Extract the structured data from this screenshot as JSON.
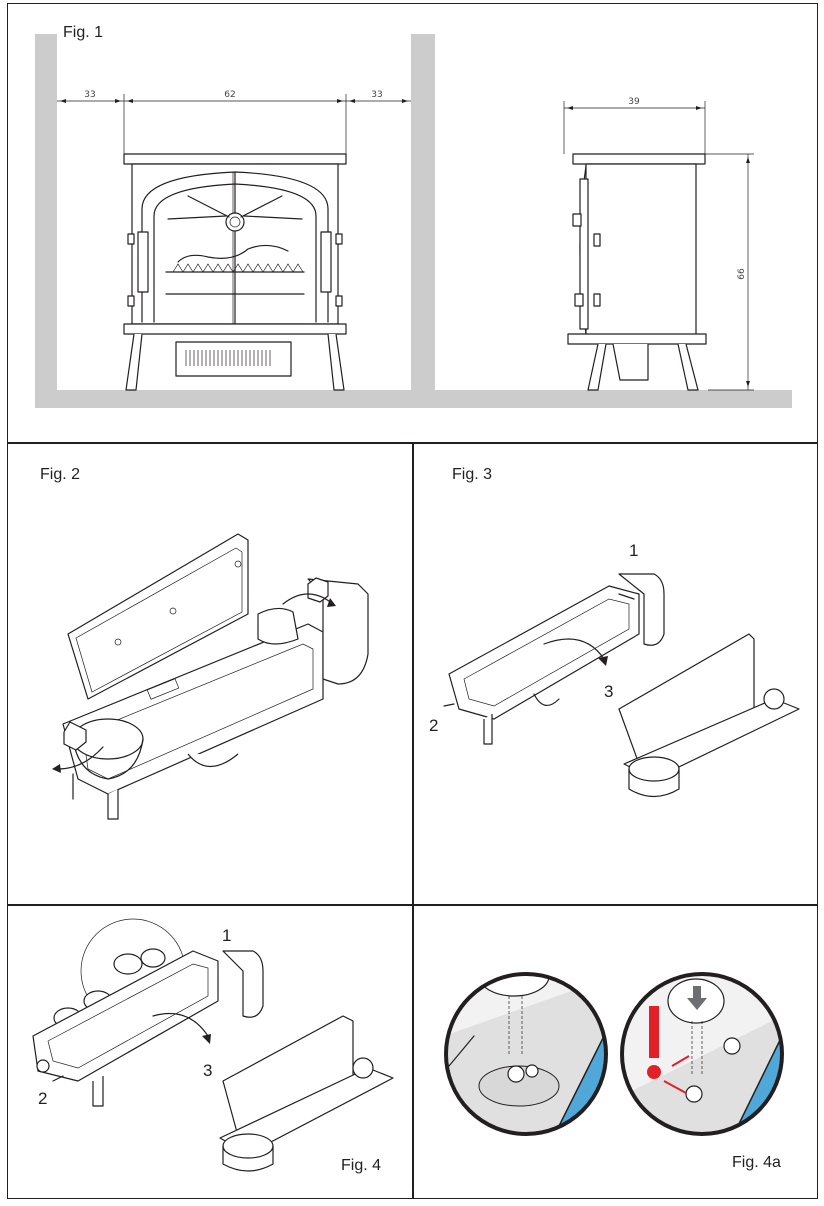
{
  "figures": {
    "fig1": {
      "label": "Fig. 1",
      "dims": {
        "left_gap": "33",
        "width": "62",
        "right_gap": "33",
        "depth": "39",
        "height": "66"
      }
    },
    "fig2": {
      "label": "Fig. 2"
    },
    "fig3": {
      "label": "Fig. 3",
      "steps": [
        "1",
        "2",
        "3"
      ]
    },
    "fig4": {
      "label": "Fig. 4",
      "steps": [
        "1",
        "2",
        "3"
      ]
    },
    "fig4a": {
      "label": "Fig. 4a",
      "warning_symbol": "!"
    }
  },
  "colors": {
    "wall": "#a8a8a8",
    "line": "#231f20",
    "tray_blue": "#4fa8d8",
    "warning_red": "#e32027",
    "arrow_gray": "#6d6e71"
  }
}
